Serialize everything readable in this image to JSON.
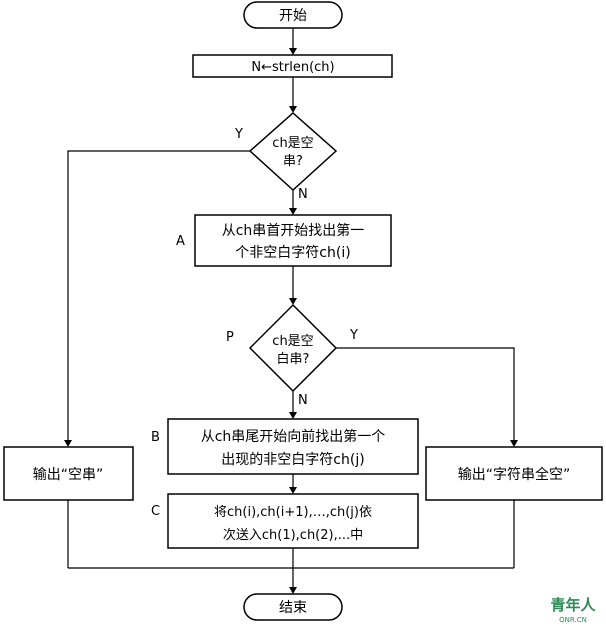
{
  "nodes": {
    "start": "开始",
    "init": "N←strlen(ch)",
    "cond1": [
      "ch是空",
      "串?"
    ],
    "stepA": [
      "从ch串首开始找出第一",
      "个非空白字符ch(i)"
    ],
    "cond2": [
      "ch是空",
      "白串?"
    ],
    "stepB": [
      "从ch串尾开始向前找出第一个",
      "出现的非空白字符ch(j)"
    ],
    "stepC": [
      "将ch(i),ch(i+1),…,ch(j)依",
      "次送入ch(1),ch(2),...中"
    ],
    "outEmpty": "输出“空串”",
    "outBlank": "输出“字符串全空”",
    "end": "结束"
  },
  "labels": {
    "cond1_yes": "Y",
    "cond1_no": "N",
    "cond2_yes": "Y",
    "cond2_no": "N",
    "step_a": "A",
    "cond_p": "P",
    "step_b": "B",
    "step_c": "C"
  },
  "watermark": {
    "text": "青年人",
    "sub": "QNR.CN",
    "color": "#2e8b57"
  }
}
